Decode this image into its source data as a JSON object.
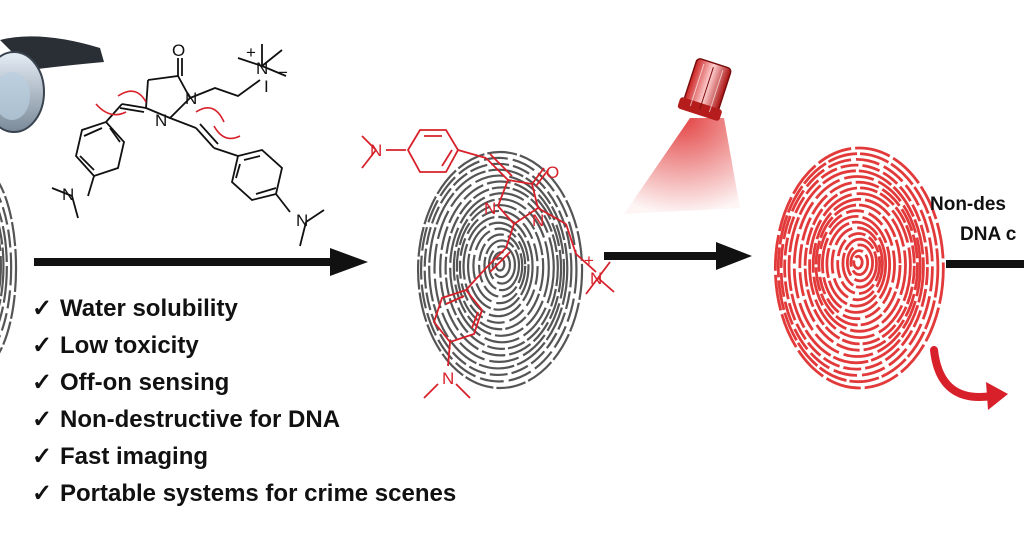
{
  "colors": {
    "accent": "#d7202a",
    "ink": "#111111",
    "print_gray": "#555555",
    "print_red": "#e23a3a",
    "beam": "#e84a4a"
  },
  "molecule": {
    "oxygen": "O",
    "nitrogen": "N",
    "iodide": "I",
    "plus": "+",
    "minus": "−"
  },
  "benefits": {
    "check": "✓",
    "items": [
      "Water solubility",
      "Low toxicity",
      "Off-on sensing",
      "Non-destructive for DNA",
      "Fast imaging",
      "Portable systems for crime scenes"
    ]
  },
  "caption": {
    "line1": "Non-des",
    "line2": "DNA c"
  },
  "icons": [
    "uv-lamp-icon",
    "flashlight-icon",
    "fingerprint-icon",
    "curved-arrow-icon",
    "right-arrow-icon"
  ]
}
